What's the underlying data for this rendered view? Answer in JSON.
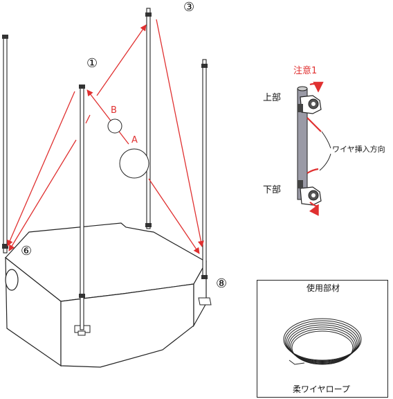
{
  "steps": {
    "s1": "①",
    "s3": "③",
    "s6": "⑥",
    "s8": "⑧"
  },
  "points": {
    "a": "A",
    "b": "B"
  },
  "detail": {
    "caution": "注意1",
    "upper": "上部",
    "lower": "下部",
    "wire_insert": "ワイヤ挿入方向"
  },
  "materials": {
    "title": "使用部材",
    "item": "柔ワイヤロープ"
  },
  "colors": {
    "arrow": "#e03030",
    "line": "#222222",
    "pole_fill": "#9a9aa6"
  }
}
